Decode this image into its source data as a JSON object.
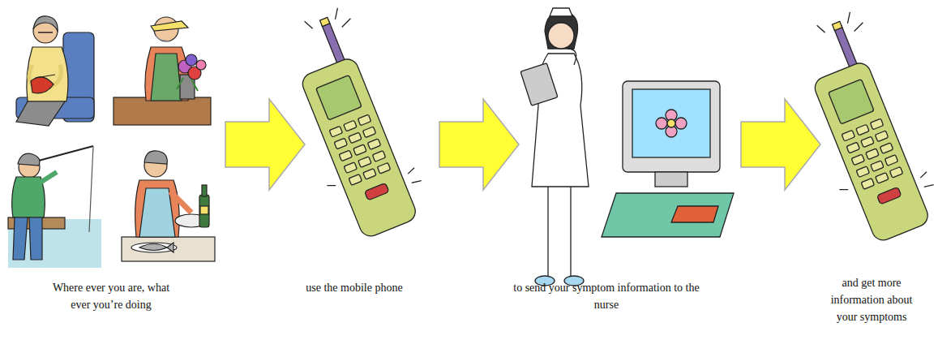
{
  "diagram": {
    "labels": [
      "Where ever you are, what ever you’re doing",
      "use the mobile phone",
      "to send your symptom information to the nurse",
      "and get more information about your symptoms"
    ]
  }
}
